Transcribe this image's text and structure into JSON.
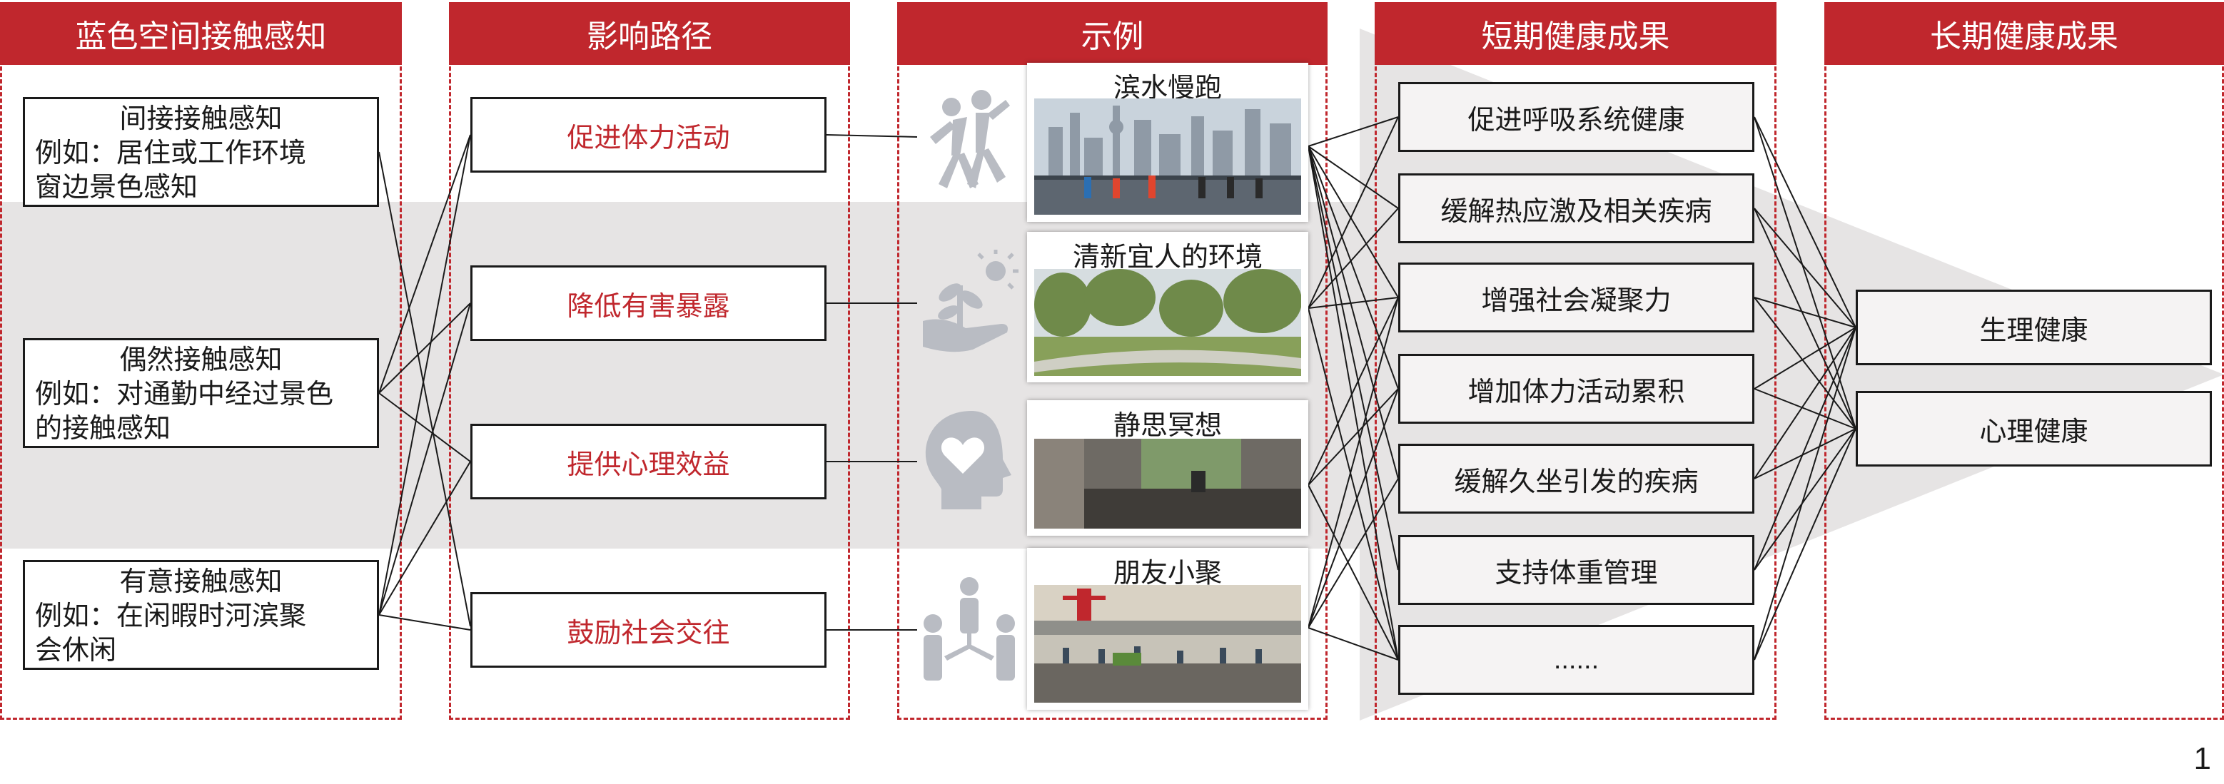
{
  "columns": {
    "perception": "蓝色空间接触感知",
    "pathways": "影响路径",
    "examples": "示例",
    "short_term": "短期健康成果",
    "long_term": "长期健康成果"
  },
  "perceptions": [
    {
      "title": "间接接触感知",
      "body": "例如：居住或工作环境\n窗边景色感知"
    },
    {
      "title": "偶然接触感知",
      "body": "例如：对通勤中经过景色\n的接触感知"
    },
    {
      "title": "有意接触感知",
      "body": "例如：在闲暇时河滨聚\n会休闲"
    }
  ],
  "pathways": [
    "促进体力活动",
    "降低有害暴露",
    "提供心理效益",
    "鼓励社会交往"
  ],
  "examples": [
    "滨水慢跑",
    "清新宜人的环境",
    "静思冥想",
    "朋友小聚"
  ],
  "short_term": [
    "促进呼吸系统健康",
    "缓解热应激及相关疾病",
    "增强社会凝聚力",
    "增加体力活动累积",
    "缓解久坐引发的疾病",
    "支持体重管理",
    "......"
  ],
  "long_term": [
    "生理健康",
    "心理健康"
  ],
  "page_number": "1",
  "colors": {
    "accent": "#c0272d",
    "band": "#e6e4e4",
    "icon": "#b9bcc3"
  },
  "icons": [
    "running-people-icon",
    "plant-in-hand-icon",
    "heart-in-head-icon",
    "social-group-icon"
  ]
}
